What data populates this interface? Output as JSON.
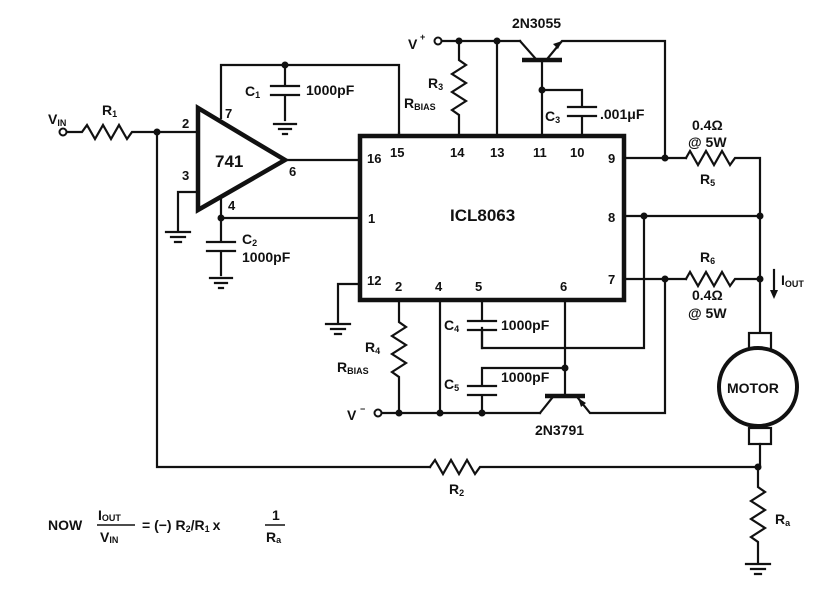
{
  "diagram": {
    "type": "circuit-schematic",
    "ic": {
      "name": "ICL8063",
      "pins_top": [
        "15",
        "14",
        "13",
        "11",
        "10"
      ],
      "pin_left_top": "16",
      "pin_left_mid": "1",
      "pin_left_bot": "12",
      "pins_bottom": [
        "2",
        "4",
        "5",
        "6"
      ],
      "pin_right_top": "9",
      "pin_right_mid": "8",
      "pin_right_bot": "7"
    },
    "opamp": {
      "name": "741",
      "pin_inv": "2",
      "pin_noninv": "3",
      "pin_v_plus": "7",
      "pin_v_minus": "4",
      "pin_out": "6"
    },
    "input": {
      "label": "V",
      "sub": "IN"
    },
    "supply_pos": {
      "label": "V",
      "sup": "+"
    },
    "supply_neg": {
      "label": "V",
      "sup": "−"
    },
    "components": {
      "r1": {
        "label": "R",
        "sub": "1"
      },
      "r2": {
        "label": "R",
        "sub": "2"
      },
      "r3": {
        "label": "R",
        "sub": "3",
        "role": "R",
        "role_sub": "BIAS"
      },
      "r4": {
        "label": "R",
        "sub": "4",
        "role": "R",
        "role_sub": "BIAS"
      },
      "r5": {
        "label": "R",
        "sub": "5",
        "value": "0.4Ω",
        "rating": "@ 5W"
      },
      "r6": {
        "label": "R",
        "sub": "6",
        "value": "0.4Ω",
        "rating": "@ 5W"
      },
      "ra": {
        "label": "R",
        "sub": "a"
      },
      "c1": {
        "label": "C",
        "sub": "1",
        "value": "1000pF"
      },
      "c2": {
        "label": "C",
        "sub": "2",
        "value": "1000pF"
      },
      "c3": {
        "label": "C",
        "sub": "3",
        "value": ".001μF"
      },
      "c4": {
        "label": "C",
        "sub": "4",
        "value": "1000pF"
      },
      "c5": {
        "label": "C",
        "sub": "5",
        "value": "1000pF"
      },
      "q1": {
        "label": "2N3055"
      },
      "q2": {
        "label": "2N3791"
      },
      "motor": {
        "label": "MOTOR"
      }
    },
    "current": {
      "label": "I",
      "sub": "OUT"
    },
    "equation": {
      "prefix": "NOW",
      "num": "I",
      "num_sub": "OUT",
      "den": "V",
      "den_sub": "IN",
      "rhs": "= (−) R",
      "rhs_sub1": "2",
      "rhs_mid": "/R",
      "rhs_sub2": "1",
      "rhs_tail": "x",
      "frac2_num": "1",
      "frac2_den": "R",
      "frac2_den_sub": "a"
    }
  }
}
